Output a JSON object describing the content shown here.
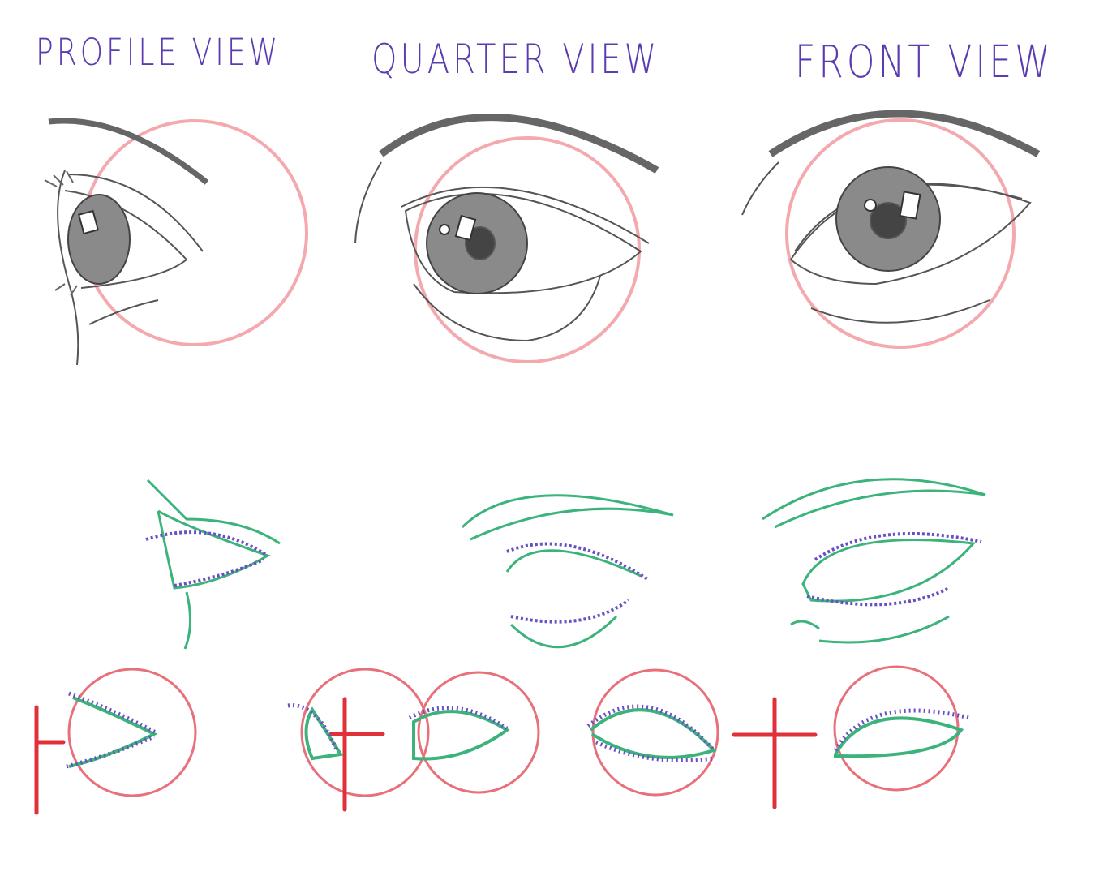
{
  "labels": {
    "profile": "PROFILE VIEW",
    "quarter": "QUARTER VIEW",
    "front": "FRONT VIEW"
  },
  "colors": {
    "label": "#5b3bb0",
    "guide_circle": "#f2a0a4",
    "cross": "#e0303a",
    "sketch": "#555555",
    "lid_outline": "#3cb37a",
    "lashes": "#6a4fc4",
    "iris": "#8a8a8a"
  }
}
